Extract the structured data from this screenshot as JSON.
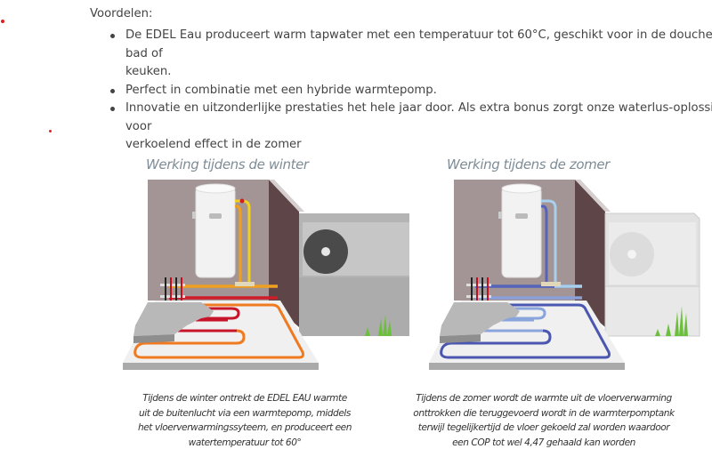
{
  "intro_label": "Voordelen:",
  "advantages": [
    {
      "line1": "De EDEL Eau produceert warm tapwater met een temperatuur tot 60°C, geschikt voor in de douche bad of",
      "line2": "keuken."
    },
    {
      "line1": "Perfect in combinatie met een hybride warmtepomp.",
      "line2": ""
    },
    {
      "line1": "Innovatie en uitzonderlijke prestaties het hele jaar door. Als extra bonus zorgt onze waterlus-oplossing voor",
      "line2": "verkoelend effect in de zomer"
    }
  ],
  "illustrations": {
    "winter": {
      "title": "Werking tijdens de winter",
      "caption_lines": [
        "Tijdens de winter ontrekt de EDEL EAU warmte",
        "uit de buitenlucht via een warmtepomp, middels",
        "het vloerverwarmingssyteem, en produceert een",
        "watertemperatuur tot 60°"
      ],
      "colors": {
        "supply": "#f0a020",
        "return": "#d01c28",
        "hot_line": "#f2d020",
        "floor_outer": "#f07a20",
        "floor_inner": "#c8142a"
      }
    },
    "summer": {
      "title": "Werking tijdens de zomer",
      "caption_lines": [
        "Tijdens de zomer wordt de warmte uit de vloerverwarming",
        "onttrokken die teruggevoerd wordt in de warmterpomptank",
        "terwijl tegelijkertijd de vloer gekoeld zal worden waardoor",
        "een COP tot wel 4,47 gehaald kan worden"
      ],
      "colors": {
        "supply": "#5563b8",
        "return": "#8aa0d8",
        "hot_line": "#a8d0ec",
        "floor_outer": "#4a56b0",
        "floor_inner": "#8aa4dc"
      }
    }
  }
}
